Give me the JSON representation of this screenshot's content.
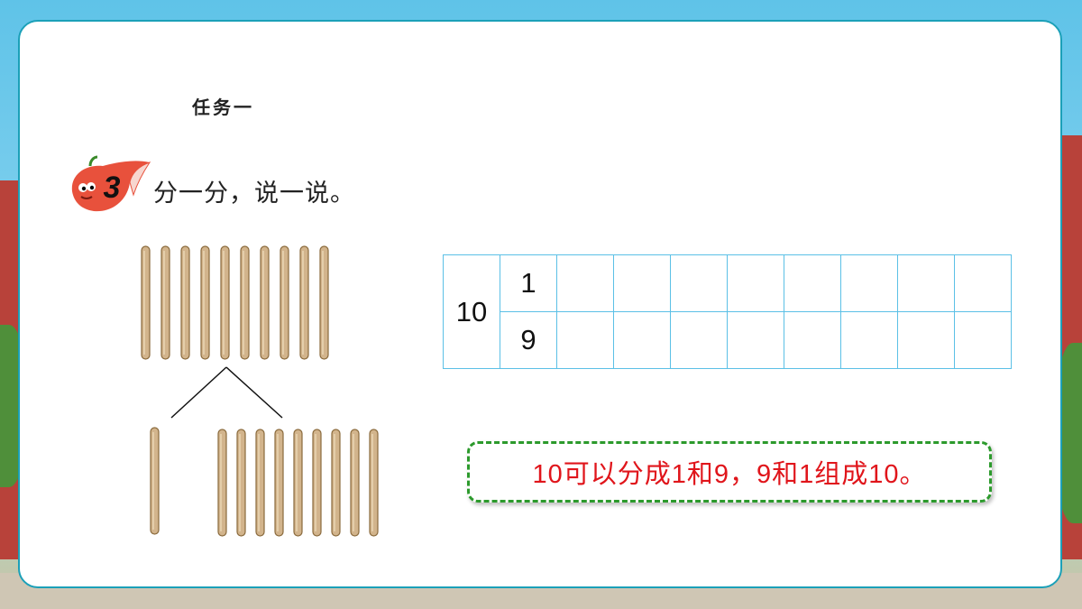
{
  "task": {
    "title": "任务一"
  },
  "exercise": {
    "number": "3",
    "prompt": "分一分，说一说。"
  },
  "sticks": {
    "top_count": 10,
    "left_group_count": 1,
    "right_group_count": 9
  },
  "grid": {
    "whole": "10",
    "part_top": "1",
    "part_bottom": "9",
    "empty_columns": 8
  },
  "statement": {
    "text": "10可以分成1和9，9和1组成10。"
  },
  "colors": {
    "grid_line": "#5bc0e6",
    "statement_text": "#e0151b",
    "statement_border": "#2c9a2c",
    "stick": "#d2b48c"
  }
}
